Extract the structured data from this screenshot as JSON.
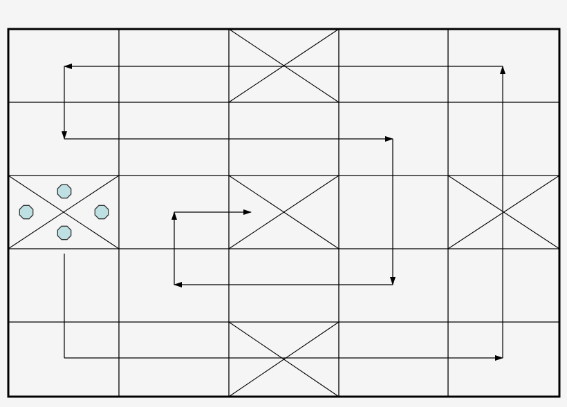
{
  "diagram": {
    "grid_rows": 5,
    "grid_cols": 5,
    "crossed_cells": [
      {
        "row": 0,
        "col": 2
      },
      {
        "row": 2,
        "col": 0
      },
      {
        "row": 2,
        "col": 2
      },
      {
        "row": 2,
        "col": 4
      },
      {
        "row": 4,
        "col": 2
      }
    ],
    "octagon_count": 4,
    "colors": {
      "background": "#f5f5f5",
      "line": "#000000",
      "octagon_fill": "#bfe0e3",
      "octagon_stroke": "#333333"
    }
  }
}
